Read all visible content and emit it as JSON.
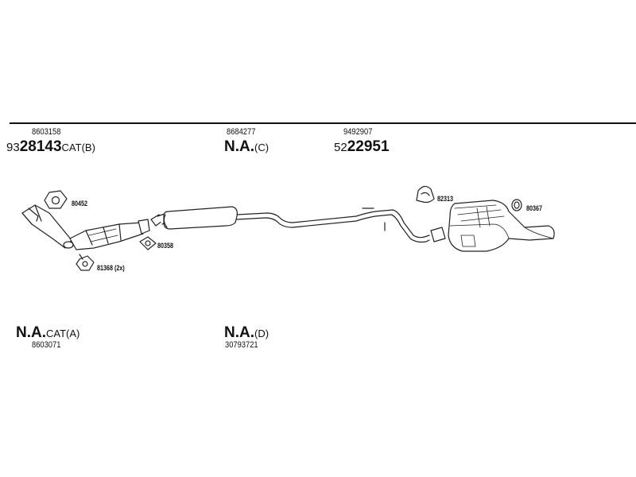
{
  "top_labels": [
    {
      "id": "A",
      "number": "8603158",
      "prefix": "93",
      "bold": "28143",
      "suffix": "CAT(B)"
    },
    {
      "id": "B",
      "number": "8684277",
      "prefix": "",
      "bold": "N.A.",
      "suffix": "(C)"
    },
    {
      "id": "C",
      "number": "9492907",
      "prefix": "52",
      "bold": "22951",
      "suffix": ""
    }
  ],
  "bottom_labels": [
    {
      "id": "A",
      "number": "8603071",
      "bold": "N.A.",
      "suffix": "CAT(A)"
    },
    {
      "id": "B",
      "number": "30793721",
      "bold": "N.A.",
      "suffix": "(D)"
    }
  ],
  "part_labels": {
    "gasket_1": "80452",
    "gasket_2": "80358",
    "nut": "81368 (2x)",
    "clamp": "82313",
    "ring": "80367"
  }
}
